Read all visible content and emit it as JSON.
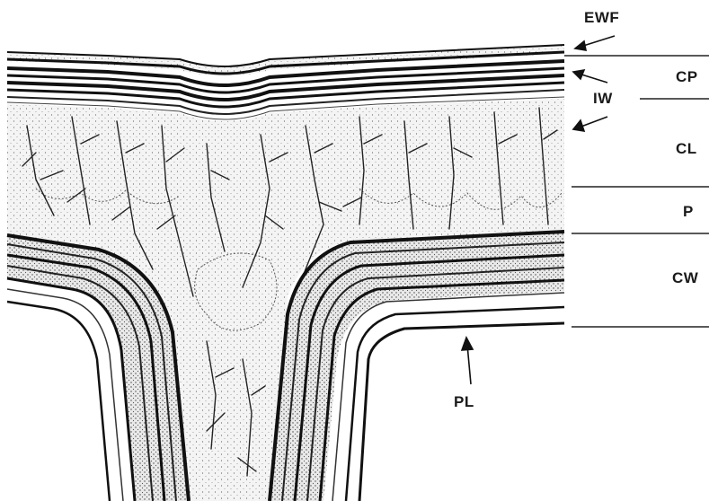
{
  "labels": {
    "ewf": "EWF",
    "cp": "CP",
    "iw": "IW",
    "cl": "CL",
    "p": "P",
    "cw": "CW",
    "pl": "PL"
  },
  "colors": {
    "ink": "#1a1a1a",
    "paper": "#ffffff",
    "stipple_fill": "#f3f3f3"
  }
}
